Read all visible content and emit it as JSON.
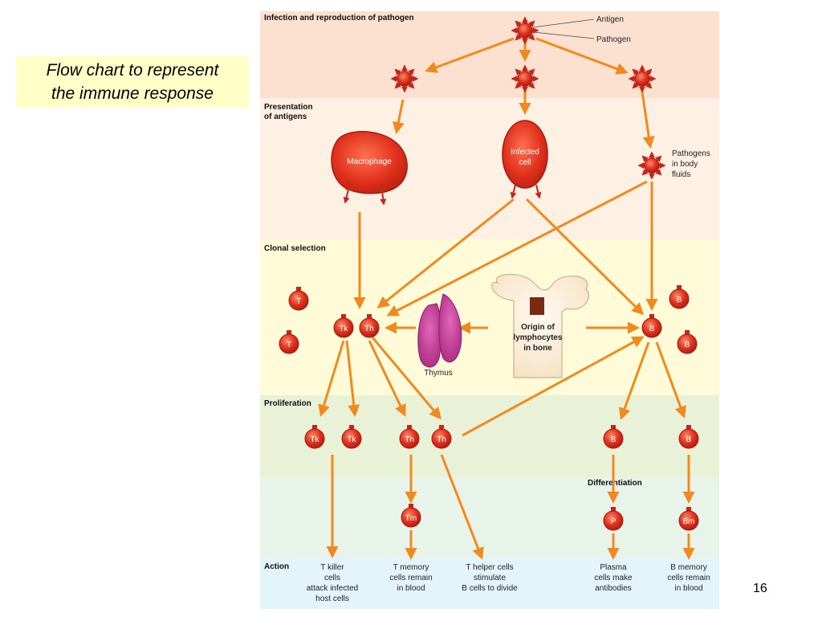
{
  "slide": {
    "title_line1": "Flow chart to represent",
    "title_line2": "the immune response",
    "page_number": "16"
  },
  "stages": {
    "infection": "Infection and reproduction of pathogen",
    "presentation_line1": "Presentation",
    "presentation_line2": "of antigens",
    "clonal": "Clonal selection",
    "proliferation": "Proliferation",
    "differentiation": "Differentiation",
    "action": "Action"
  },
  "labels": {
    "antigen": "Antigen",
    "pathogen": "Pathogen",
    "macrophage": "Macrophage",
    "infected_line1": "Infected",
    "infected_line2": "cell",
    "pathogens_line1": "Pathogens",
    "pathogens_line2": "in body",
    "pathogens_line3": "fluids",
    "thymus": "Thymus",
    "bone_line1": "Origin of",
    "bone_line2": "lymphocytes",
    "bone_line3": "in bone"
  },
  "cells": {
    "t": "T",
    "b": "B",
    "tk": "Tk",
    "th": "Th",
    "tm": "Tm",
    "p": "P",
    "bm": "Bm"
  },
  "actions": {
    "tkiller": [
      "T killer",
      "cells",
      "attack infected",
      "host cells"
    ],
    "tmemory": [
      "T memory",
      "cells remain",
      "in blood"
    ],
    "thelper": [
      "T helper cells",
      "stimulate",
      "B cells to divide"
    ],
    "plasma": [
      "Plasma",
      "cells make",
      "antibodies"
    ],
    "bmemory": [
      "B memory",
      "cells remain",
      "in blood"
    ]
  },
  "colors": {
    "arrow": "#f08a1e",
    "cell_red": "#d42a18",
    "band_infection": "#fde1d0",
    "band_presentation": "#fef1e4",
    "band_clonal": "#fffbd8",
    "band_proliferation": "#e9f2d6",
    "band_differentiation": "#e8f4ea",
    "band_action": "#e3f4fb"
  }
}
